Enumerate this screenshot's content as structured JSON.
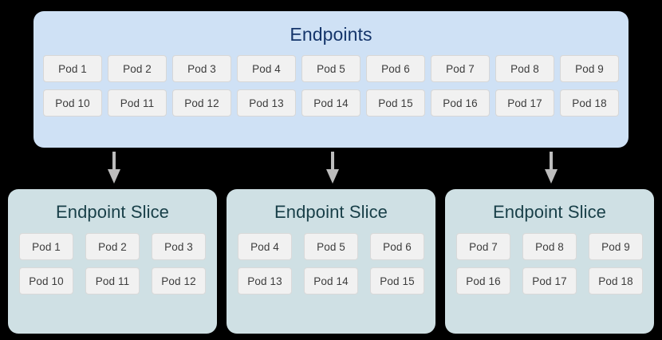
{
  "colors": {
    "page_background": "#000000",
    "endpoints_fill": "#cfe1f5",
    "endpoints_title": "#15356b",
    "slice_fill": "#cfe0e4",
    "slice_title": "#183f48",
    "pod_fill": "#f1f1f1",
    "pod_border": "#d7d7d7",
    "pod_text": "#3c3c3c",
    "arrow": "#bdbdbd"
  },
  "endpoints": {
    "title": "Endpoints",
    "rows": [
      [
        "Pod 1",
        "Pod 2",
        "Pod 3",
        "Pod 4",
        "Pod 5",
        "Pod 6",
        "Pod 7",
        "Pod 8",
        "Pod 9"
      ],
      [
        "Pod 10",
        "Pod 11",
        "Pod 12",
        "Pod 13",
        "Pod 14",
        "Pod 15",
        "Pod 16",
        "Pod 17",
        "Pod 18"
      ]
    ]
  },
  "arrows": [
    {
      "name": "arrow-to-slice-1",
      "direction": "down"
    },
    {
      "name": "arrow-to-slice-2",
      "direction": "down"
    },
    {
      "name": "arrow-to-slice-3",
      "direction": "down"
    }
  ],
  "slices": [
    {
      "title": "Endpoint Slice",
      "rows": [
        [
          "Pod 1",
          "Pod 2",
          "Pod 3"
        ],
        [
          "Pod 10",
          "Pod 11",
          "Pod 12"
        ]
      ]
    },
    {
      "title": "Endpoint Slice",
      "rows": [
        [
          "Pod 4",
          "Pod 5",
          "Pod 6"
        ],
        [
          "Pod 13",
          "Pod 14",
          "Pod 15"
        ]
      ]
    },
    {
      "title": "Endpoint Slice",
      "rows": [
        [
          "Pod 7",
          "Pod 8",
          "Pod 9"
        ],
        [
          "Pod 16",
          "Pod 17",
          "Pod 18"
        ]
      ]
    }
  ]
}
